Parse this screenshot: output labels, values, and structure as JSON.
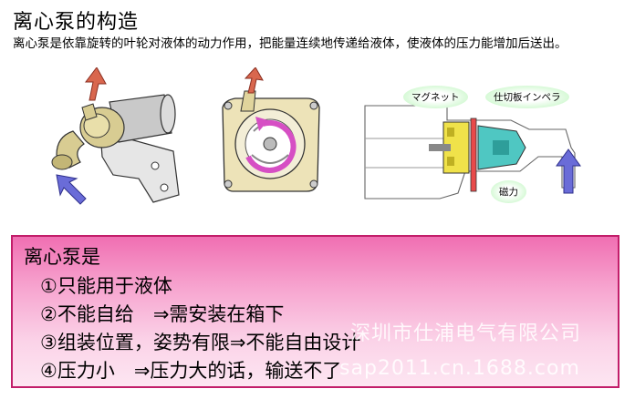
{
  "title": "离心泵的构造",
  "description": "离心泵是依靠旋转的叶轮对液体的动力作用，把能量连续地传递给液体，使液体的压力能增加后送出。",
  "callouts": {
    "magnet": "マグネット",
    "partition_inverter": "仕切板インペラ",
    "magnetic_force": "磁力"
  },
  "box": {
    "heading": "离心泵是",
    "items": [
      "①只能用于液体",
      "②不能自给　⇒需安装在箱下",
      "③组装位置，姿势有限⇒不能自由设计",
      "④压力小　⇒压力大的话，输送不了"
    ]
  },
  "watermark": {
    "line1": "深圳市仕浦电气有限公司",
    "line2": "sap2011.cn.1688.com"
  },
  "colors": {
    "box_border": "#c21e6a",
    "box_top": "#f06fb2",
    "outlet_arrow": "#d9674e",
    "inlet_arrow": "#6a6cd8",
    "rotation_arrow": "#d64fc4"
  }
}
